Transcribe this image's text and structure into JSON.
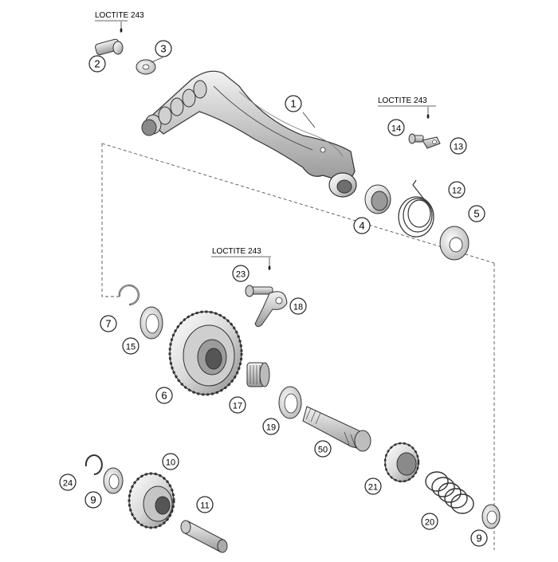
{
  "diagram": {
    "loctite_notes": [
      {
        "id": "loctite-a",
        "text": "LOCTITE 243"
      },
      {
        "id": "loctite-b",
        "text": "LOCTITE 243"
      },
      {
        "id": "loctite-c",
        "text": "LOCTITE 243"
      }
    ],
    "callouts": [
      {
        "id": "c1",
        "text": "1"
      },
      {
        "id": "c2",
        "text": "2"
      },
      {
        "id": "c3",
        "text": "3"
      },
      {
        "id": "c4",
        "text": "4"
      },
      {
        "id": "c5",
        "text": "5"
      },
      {
        "id": "c6",
        "text": "6"
      },
      {
        "id": "c7",
        "text": "7"
      },
      {
        "id": "c9a",
        "text": "9"
      },
      {
        "id": "c9b",
        "text": "9"
      },
      {
        "id": "c10",
        "text": "10"
      },
      {
        "id": "c11",
        "text": "11"
      },
      {
        "id": "c12",
        "text": "12"
      },
      {
        "id": "c13",
        "text": "13"
      },
      {
        "id": "c14",
        "text": "14"
      },
      {
        "id": "c15",
        "text": "15"
      },
      {
        "id": "c17",
        "text": "17"
      },
      {
        "id": "c18",
        "text": "18"
      },
      {
        "id": "c19",
        "text": "19"
      },
      {
        "id": "c20",
        "text": "20"
      },
      {
        "id": "c21",
        "text": "21"
      },
      {
        "id": "c23",
        "text": "23"
      },
      {
        "id": "c24",
        "text": "24"
      },
      {
        "id": "c50",
        "text": "50"
      }
    ]
  }
}
